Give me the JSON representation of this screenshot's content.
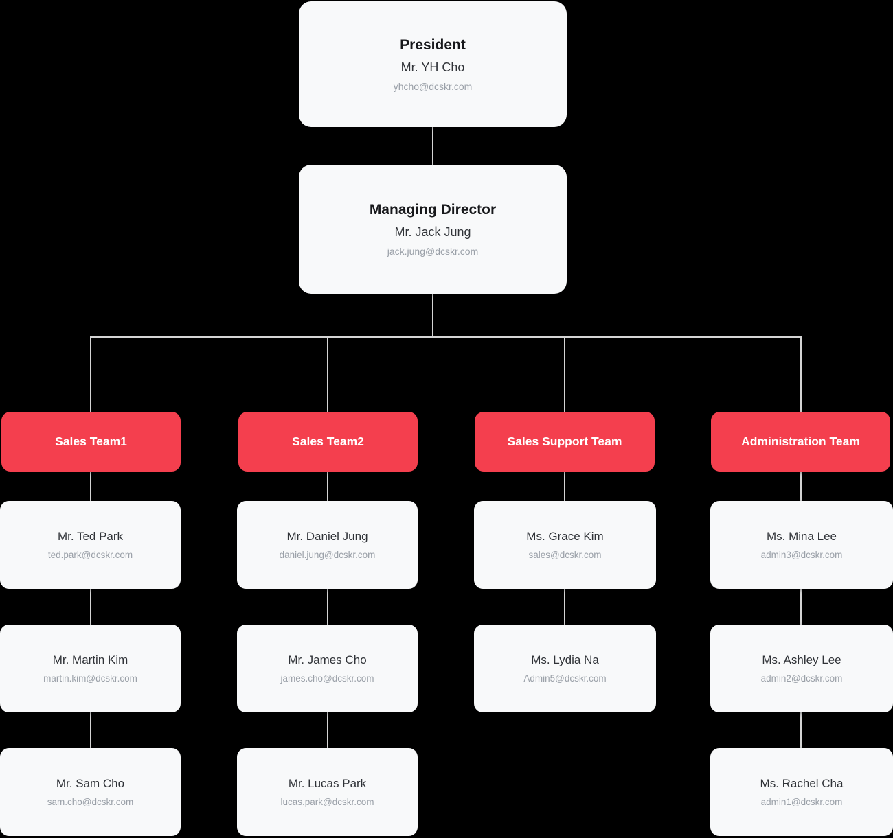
{
  "org": {
    "president": {
      "title": "President",
      "name": "Mr. YH Cho",
      "email": "yhcho@dcskr.com"
    },
    "director": {
      "title": "Managing Director",
      "name": "Mr. Jack Jung",
      "email": "jack.jung@dcskr.com"
    },
    "teams": [
      {
        "label": "Sales Team1",
        "members": [
          {
            "name": "Mr. Ted Park",
            "email": "ted.park@dcskr.com"
          },
          {
            "name": "Mr. Martin Kim",
            "email": "martin.kim@dcskr.com"
          },
          {
            "name": "Mr. Sam Cho",
            "email": "sam.cho@dcskr.com"
          }
        ]
      },
      {
        "label": "Sales Team2",
        "members": [
          {
            "name": "Mr. Daniel Jung",
            "email": "daniel.jung@dcskr.com"
          },
          {
            "name": "Mr. James Cho",
            "email": "james.cho@dcskr.com"
          },
          {
            "name": "Mr. Lucas Park",
            "email": "lucas.park@dcskr.com"
          }
        ]
      },
      {
        "label": "Sales Support Team",
        "members": [
          {
            "name": "Ms. Grace Kim",
            "email": "sales@dcskr.com"
          },
          {
            "name": "Ms. Lydia Na",
            "email": "Admin5@dcskr.com"
          }
        ]
      },
      {
        "label": "Administration Team",
        "members": [
          {
            "name": "Ms. Mina Lee",
            "email": "admin3@dcskr.com"
          },
          {
            "name": "Ms. Ashley Lee",
            "email": "admin2@dcskr.com"
          },
          {
            "name": "Ms. Rachel Cha",
            "email": "admin1@dcskr.com"
          }
        ]
      }
    ],
    "colors": {
      "team_header_bg": "#f43f4e",
      "card_bg": "#f8f9fa",
      "connector": "#d4d4d4",
      "background": "#000000"
    }
  }
}
